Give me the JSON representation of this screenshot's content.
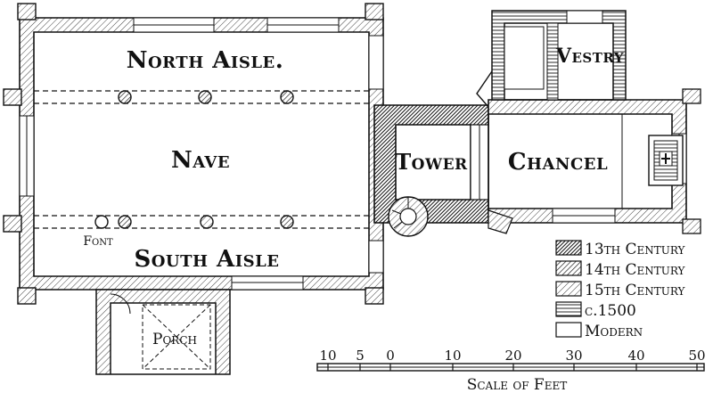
{
  "rooms": {
    "north_aisle": "North Aisle.",
    "nave": "Nave",
    "south_aisle": "South Aisle",
    "tower": "Tower",
    "chancel": "Chancel",
    "vestry": "Vestry",
    "porch": "Porch",
    "font": "Font"
  },
  "legend": [
    {
      "label": "13th Century",
      "pattern": "dense"
    },
    {
      "label": "14th Century",
      "pattern": "diag"
    },
    {
      "label": "15th Century",
      "pattern": "light"
    },
    {
      "label": "c.1500",
      "pattern": "horiz"
    },
    {
      "label": "Modern",
      "pattern": "blank"
    }
  ],
  "scale": {
    "title": "Scale of Feet",
    "ticks": [
      "10",
      "5",
      "0",
      "10",
      "20",
      "30",
      "40",
      "50"
    ]
  }
}
